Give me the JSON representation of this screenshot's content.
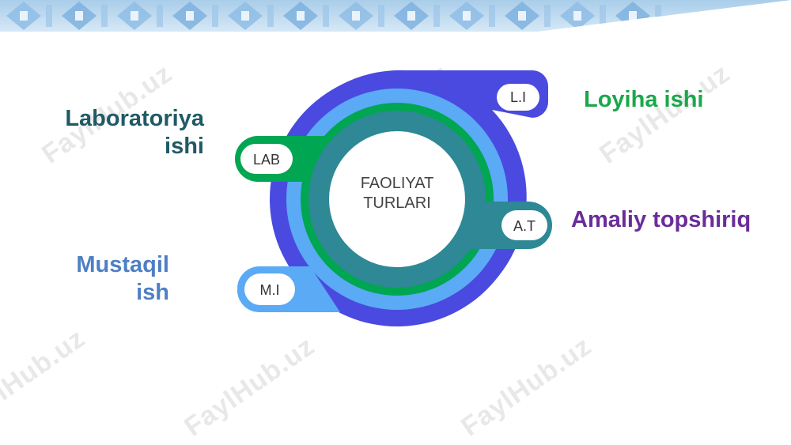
{
  "diagram": {
    "center_line1": "FAOLIYAT",
    "center_line2": "TURLARI",
    "items": [
      {
        "badge": "LAB",
        "label_line1": "Laboratoriya",
        "label_line2": "ishi",
        "color": "#00a651"
      },
      {
        "badge": "L.I",
        "label": "Loyiha ishi",
        "color": "#4a4ae0"
      },
      {
        "badge": "A.T",
        "label": "Amaliy topshiriq",
        "color": "#2e8896"
      },
      {
        "badge": "M.I",
        "label_line1": "Mustaqil",
        "label_line2": "ish",
        "color": "#5aaaf5"
      }
    ]
  },
  "watermark": {
    "text": "FaylHub.uz"
  },
  "colors": {
    "ring_outer": "#4a4ae0",
    "ring_light": "#5aaaf5",
    "ring_green": "#00a651",
    "ring_teal": "#2e8896",
    "text_lab": "#1f5a66",
    "text_li": "#1aa84a",
    "text_at": "#6a2c9a",
    "text_mi": "#4f7fc4"
  }
}
